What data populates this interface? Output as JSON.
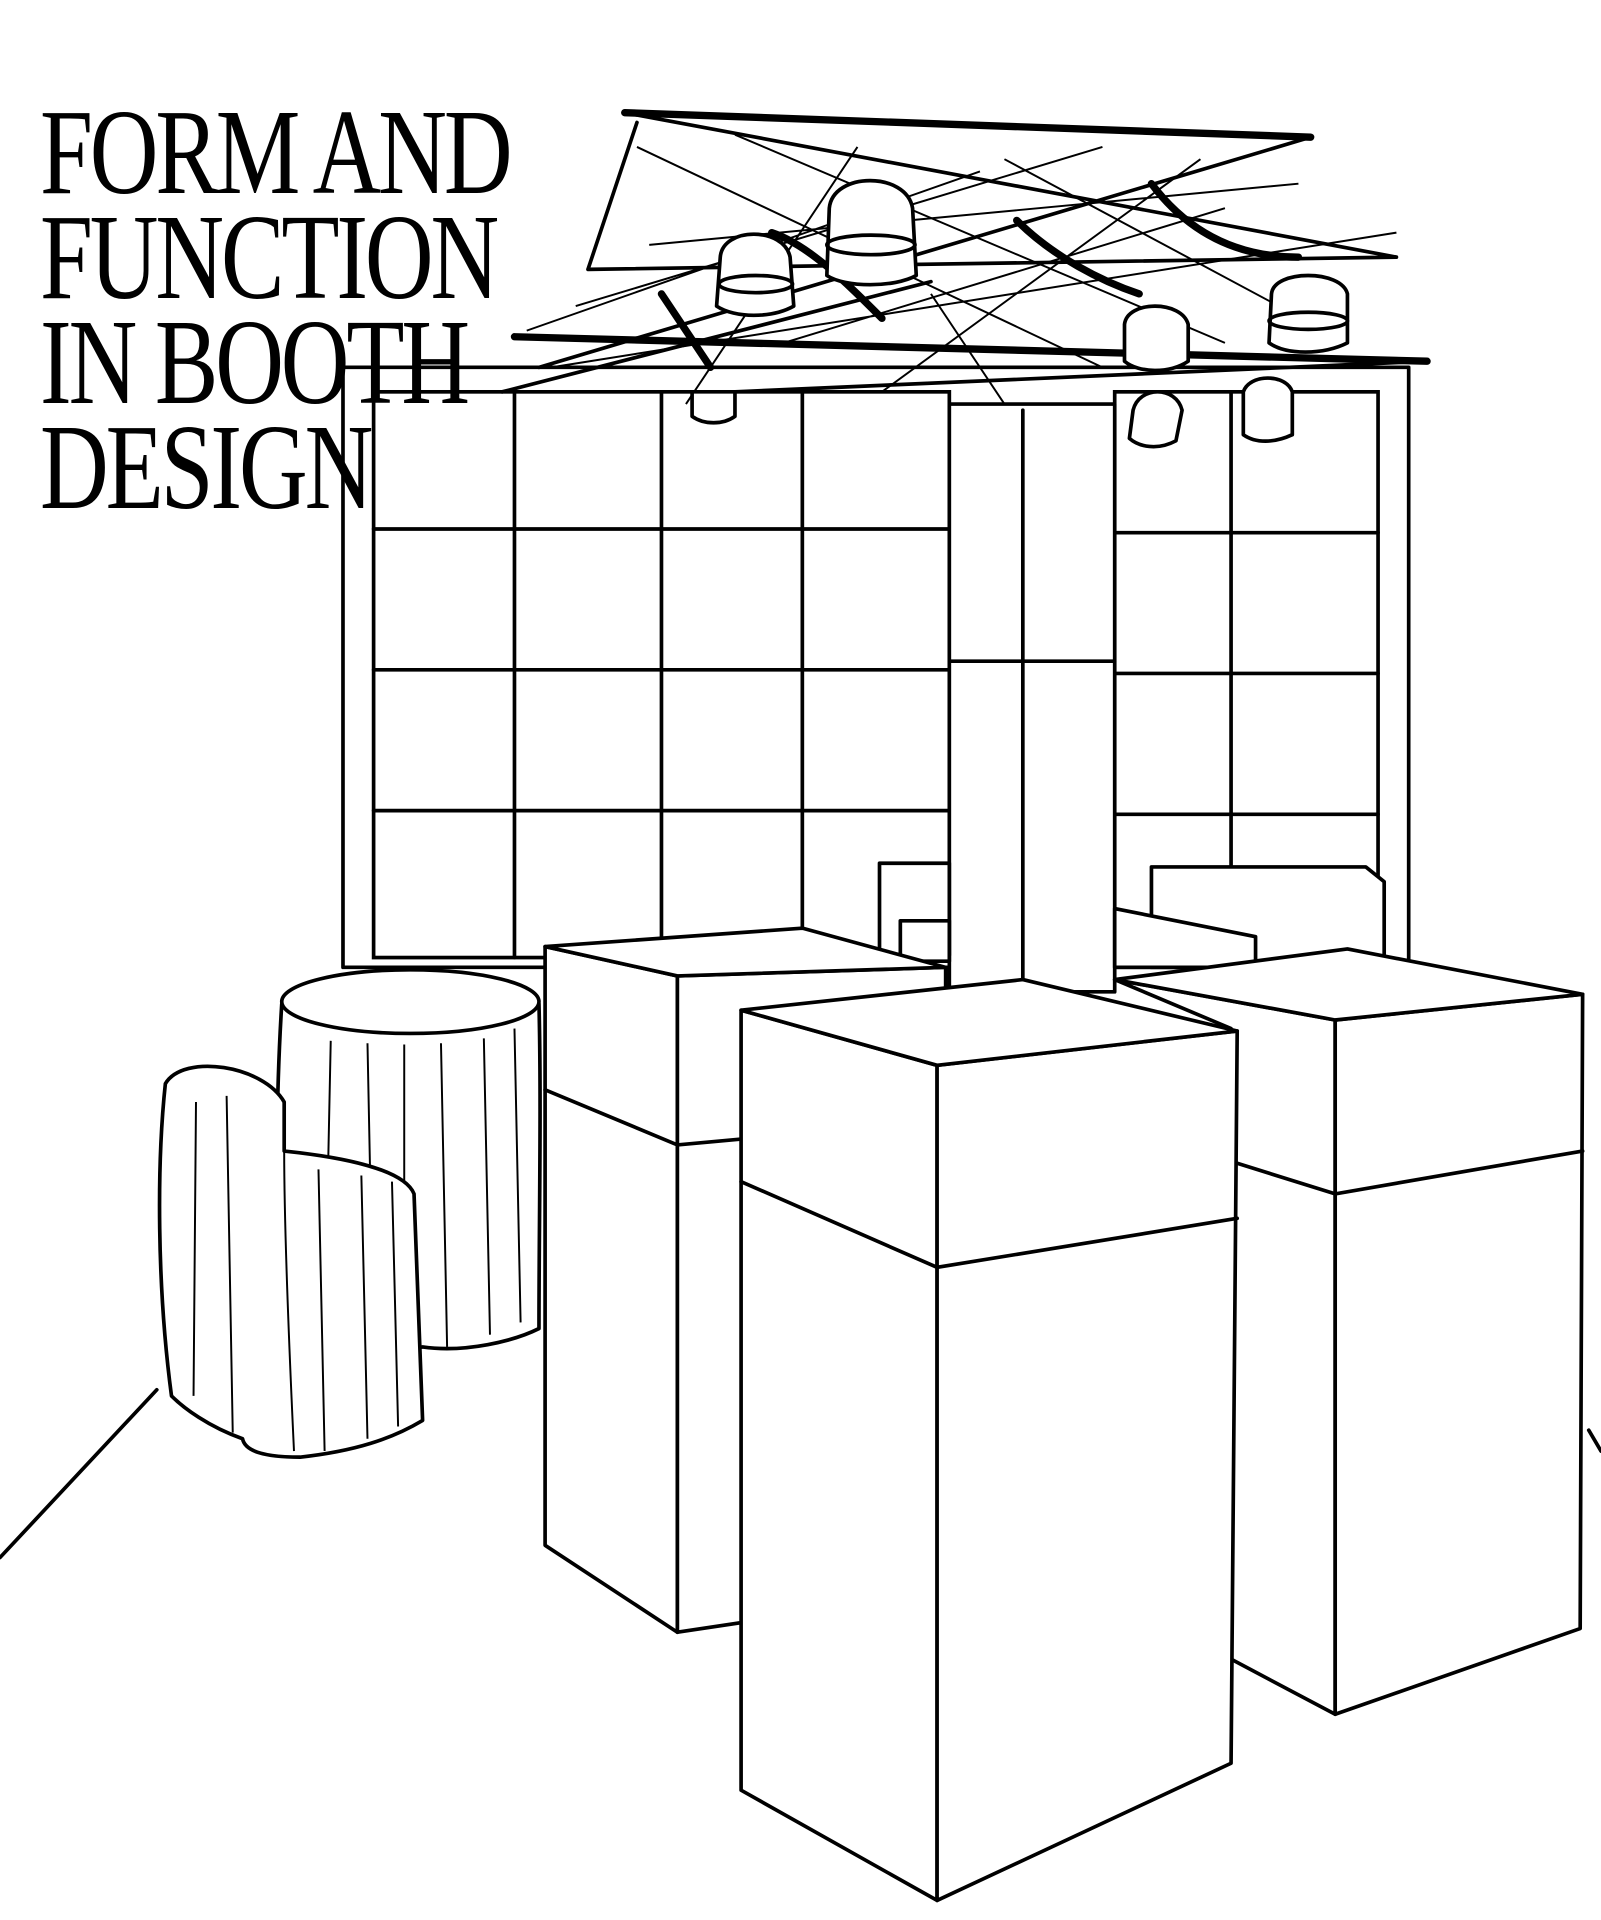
{
  "title": {
    "lines": [
      "FORM AND",
      "FUNCTION",
      "IN BOOTH",
      "DESIGN"
    ]
  },
  "colors": {
    "ink": "#000000",
    "paper": "#ffffff"
  }
}
